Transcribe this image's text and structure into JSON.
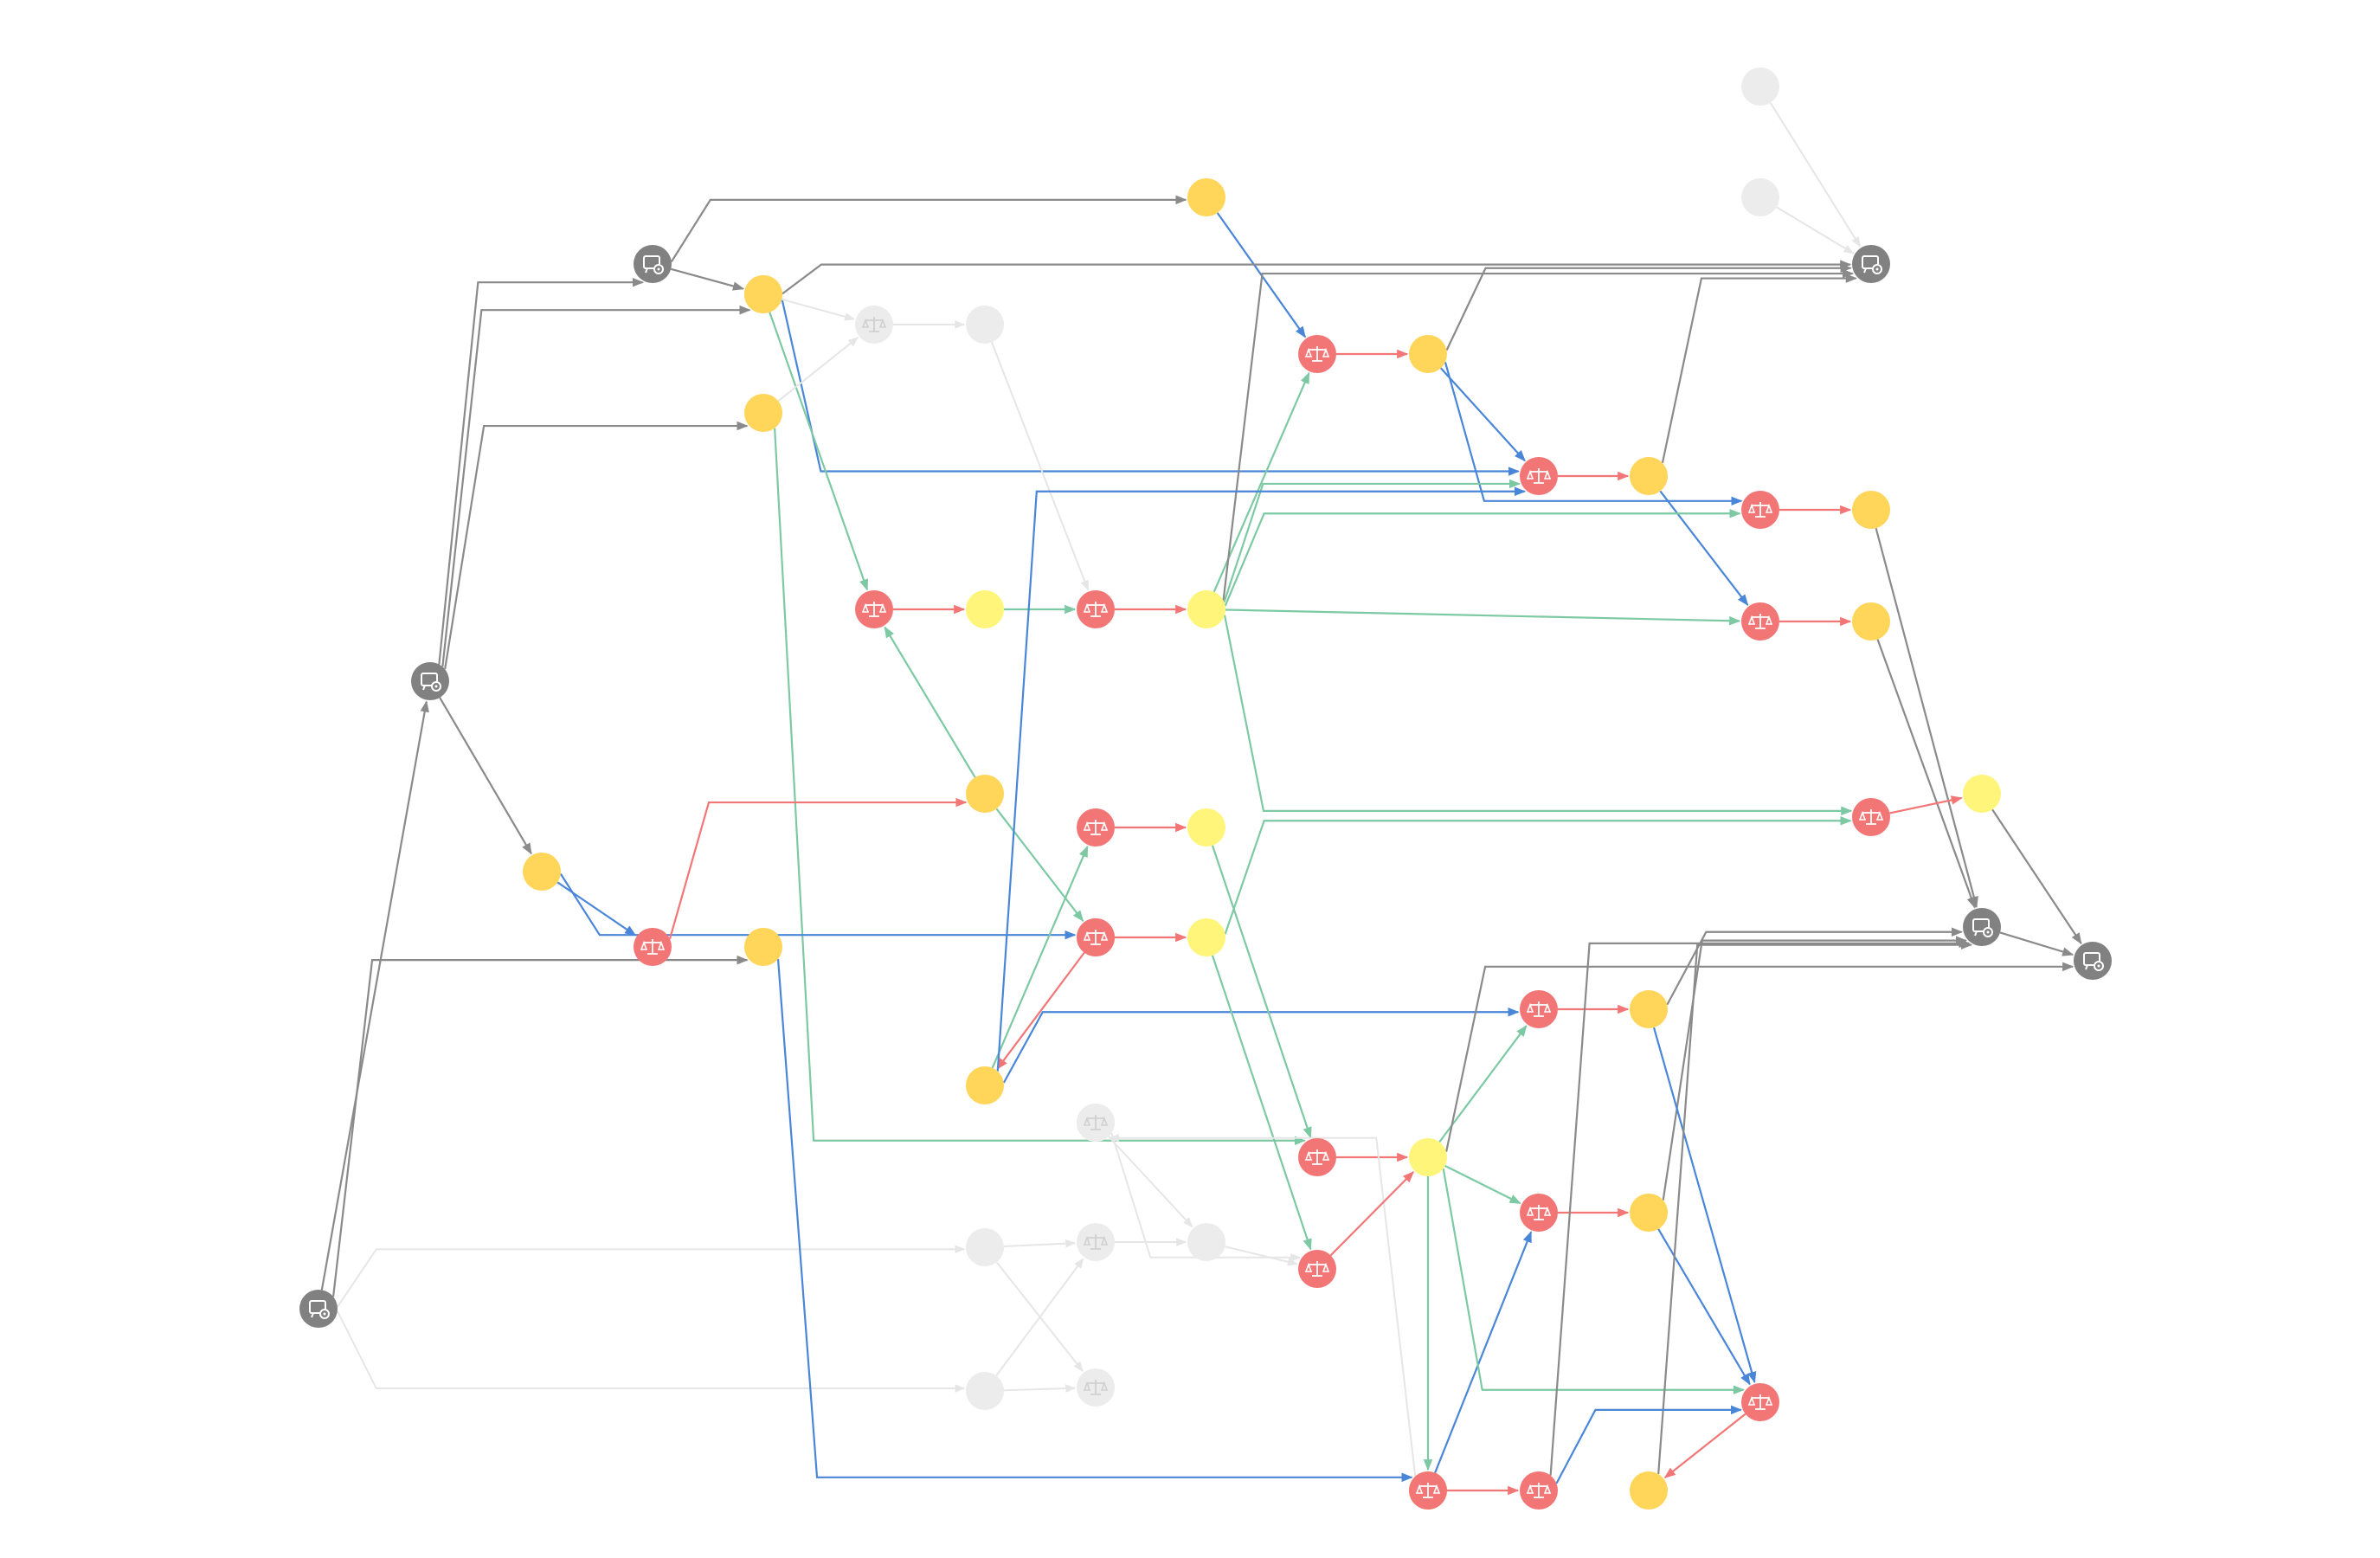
{
  "colors": {
    "node_gray": "#818181",
    "node_yellow": "#ffd55a",
    "node_light_yellow": "#fff57a",
    "node_red": "#f27676",
    "node_faded": "#ececec",
    "edge_gray": "#8a8a8a",
    "edge_blue": "#4a86d8",
    "edge_green": "#7dc9a4",
    "edge_red": "#f27676",
    "edge_faded": "#e6e6e6"
  },
  "icons": {
    "gray": "screen-gear-icon",
    "red": "balance-scale-icon",
    "faded_scale": "balance-scale-icon"
  },
  "nodes": [
    {
      "id": "g1",
      "type": "gray"
    },
    {
      "id": "g2",
      "type": "gray"
    },
    {
      "id": "g3",
      "type": "gray"
    },
    {
      "id": "g4",
      "type": "gray"
    },
    {
      "id": "g5",
      "type": "gray"
    },
    {
      "id": "g6",
      "type": "gray"
    },
    {
      "id": "y1",
      "type": "yellow"
    },
    {
      "id": "y2",
      "type": "yellow"
    },
    {
      "id": "y3",
      "type": "yellow"
    },
    {
      "id": "y4",
      "type": "yellow"
    },
    {
      "id": "y5",
      "type": "yellow"
    },
    {
      "id": "y6",
      "type": "yellow"
    },
    {
      "id": "y7",
      "type": "yellow"
    },
    {
      "id": "y8",
      "type": "yellow"
    },
    {
      "id": "y9",
      "type": "yellow"
    },
    {
      "id": "y10",
      "type": "yellow"
    },
    {
      "id": "y11",
      "type": "yellow"
    },
    {
      "id": "y12",
      "type": "yellow"
    },
    {
      "id": "y13",
      "type": "yellow"
    },
    {
      "id": "y14",
      "type": "yellow"
    },
    {
      "id": "y15",
      "type": "yellow"
    },
    {
      "id": "y16",
      "type": "yellow"
    },
    {
      "id": "ly1",
      "type": "light"
    },
    {
      "id": "ly2",
      "type": "light"
    },
    {
      "id": "ly3",
      "type": "light"
    },
    {
      "id": "ly4",
      "type": "light"
    },
    {
      "id": "ly5",
      "type": "light"
    },
    {
      "id": "ly6",
      "type": "light"
    },
    {
      "id": "r1",
      "type": "red"
    },
    {
      "id": "r2",
      "type": "red"
    },
    {
      "id": "r3",
      "type": "red"
    },
    {
      "id": "r4",
      "type": "red"
    },
    {
      "id": "r5",
      "type": "red"
    },
    {
      "id": "r6",
      "type": "red"
    },
    {
      "id": "r7",
      "type": "red"
    },
    {
      "id": "r8",
      "type": "red"
    },
    {
      "id": "r9",
      "type": "red"
    },
    {
      "id": "r10",
      "type": "red"
    },
    {
      "id": "r11",
      "type": "red"
    },
    {
      "id": "r12",
      "type": "red"
    },
    {
      "id": "r13",
      "type": "red"
    },
    {
      "id": "r14",
      "type": "red"
    },
    {
      "id": "r15",
      "type": "red"
    },
    {
      "id": "r16",
      "type": "red"
    },
    {
      "id": "r17",
      "type": "red"
    },
    {
      "id": "r18",
      "type": "red"
    },
    {
      "id": "r19",
      "type": "red"
    },
    {
      "id": "f1",
      "type": "faded"
    },
    {
      "id": "f2",
      "type": "faded"
    },
    {
      "id": "f3",
      "type": "faded"
    },
    {
      "id": "f4",
      "type": "faded"
    },
    {
      "id": "f5",
      "type": "faded"
    },
    {
      "id": "f6",
      "type": "faded"
    },
    {
      "id": "fs1",
      "type": "faded_scale"
    },
    {
      "id": "fs2",
      "type": "faded_scale"
    },
    {
      "id": "fs3",
      "type": "faded_scale"
    },
    {
      "id": "fs4",
      "type": "faded_scale"
    },
    {
      "id": "fs5",
      "type": "faded_scale"
    }
  ],
  "edges": [
    {
      "from": "g1",
      "to": "g2",
      "color": "gray"
    },
    {
      "from": "g1",
      "to": "y2",
      "color": "gray"
    },
    {
      "from": "g1",
      "to": "y3",
      "color": "gray"
    },
    {
      "from": "g1",
      "to": "y4",
      "color": "gray"
    },
    {
      "from": "g2",
      "to": "y1",
      "color": "gray"
    },
    {
      "from": "g2",
      "to": "y5",
      "color": "gray"
    },
    {
      "from": "g3",
      "to": "g1",
      "color": "gray"
    },
    {
      "from": "g3",
      "to": "y16",
      "color": "gray"
    },
    {
      "from": "g3",
      "to": "f1",
      "color": "faded"
    },
    {
      "from": "g3",
      "to": "f2",
      "color": "faded"
    },
    {
      "from": "y1",
      "to": "r1",
      "color": "blue"
    },
    {
      "from": "r1",
      "to": "y6",
      "color": "red"
    },
    {
      "from": "y6",
      "to": "g4",
      "color": "gray"
    },
    {
      "from": "y6",
      "to": "r2",
      "color": "blue"
    },
    {
      "from": "y6",
      "to": "r3",
      "color": "blue"
    },
    {
      "from": "y5",
      "to": "g4",
      "color": "gray"
    },
    {
      "from": "y5",
      "to": "r2",
      "color": "blue"
    },
    {
      "from": "y5",
      "to": "r8",
      "color": "green"
    },
    {
      "from": "y5",
      "to": "fs1",
      "color": "faded"
    },
    {
      "from": "r2",
      "to": "y7",
      "color": "red"
    },
    {
      "from": "y7",
      "to": "g4",
      "color": "gray"
    },
    {
      "from": "y7",
      "to": "r4",
      "color": "blue"
    },
    {
      "from": "r3",
      "to": "y8",
      "color": "red"
    },
    {
      "from": "r4",
      "to": "y9",
      "color": "red"
    },
    {
      "from": "y8",
      "to": "g5",
      "color": "gray"
    },
    {
      "from": "y9",
      "to": "g5",
      "color": "gray"
    },
    {
      "from": "f3",
      "to": "g4",
      "color": "faded"
    },
    {
      "from": "f4",
      "to": "g4",
      "color": "faded"
    },
    {
      "from": "fs1",
      "to": "f5",
      "color": "faded"
    },
    {
      "from": "f5",
      "to": "r5",
      "color": "faded"
    },
    {
      "from": "y3",
      "to": "r11",
      "color": "green"
    },
    {
      "from": "y3",
      "to": "fs1",
      "color": "faded"
    },
    {
      "from": "r8",
      "to": "ly1",
      "color": "red"
    },
    {
      "from": "ly1",
      "to": "r5",
      "color": "green"
    },
    {
      "from": "r5",
      "to": "ly2",
      "color": "red"
    },
    {
      "from": "ly2",
      "to": "r1",
      "color": "green"
    },
    {
      "from": "ly2",
      "to": "g4",
      "color": "gray"
    },
    {
      "from": "ly2",
      "to": "r3",
      "color": "green"
    },
    {
      "from": "ly2",
      "to": "r4",
      "color": "green"
    },
    {
      "from": "ly2",
      "to": "r12",
      "color": "green"
    },
    {
      "from": "ly2",
      "to": "r2",
      "color": "green"
    },
    {
      "from": "y4",
      "to": "r7",
      "color": "blue"
    },
    {
      "from": "y4",
      "to": "r6",
      "color": "blue"
    },
    {
      "from": "r7",
      "to": "y10",
      "color": "red"
    },
    {
      "from": "y10",
      "to": "r8",
      "color": "green"
    },
    {
      "from": "y10",
      "to": "r10",
      "color": "green"
    },
    {
      "from": "r6",
      "to": "y11",
      "color": "red"
    },
    {
      "from": "y11",
      "to": "r9",
      "color": "green"
    },
    {
      "from": "y11",
      "to": "r2",
      "color": "blue"
    },
    {
      "from": "y11",
      "to": "r13",
      "color": "blue"
    },
    {
      "from": "r9",
      "to": "ly3",
      "color": "red"
    },
    {
      "from": "ly3",
      "to": "r11",
      "color": "green"
    },
    {
      "from": "r11",
      "to": "ly5",
      "color": "red"
    },
    {
      "from": "r10",
      "to": "ly4",
      "color": "red"
    },
    {
      "from": "ly4",
      "to": "r12",
      "color": "green"
    },
    {
      "from": "ly4",
      "to": "r14",
      "color": "green"
    },
    {
      "from": "r12",
      "to": "ly6",
      "color": "red"
    },
    {
      "from": "ly6",
      "to": "g6",
      "color": "gray"
    },
    {
      "from": "y12",
      "to": "r15",
      "color": "blue"
    },
    {
      "from": "y12",
      "to": "fs2",
      "color": "faded"
    },
    {
      "from": "fs2",
      "to": "f6",
      "color": "faded"
    },
    {
      "from": "r14",
      "to": "ly5",
      "color": "red"
    },
    {
      "from": "ly5",
      "to": "r13",
      "color": "green"
    },
    {
      "from": "ly5",
      "to": "r15",
      "color": "green"
    },
    {
      "from": "ly5",
      "to": "r16",
      "color": "green"
    },
    {
      "from": "ly5",
      "to": "r18",
      "color": "green"
    },
    {
      "from": "ly5",
      "to": "g6",
      "color": "gray"
    },
    {
      "from": "r13",
      "to": "y13",
      "color": "red"
    },
    {
      "from": "r15",
      "to": "y14",
      "color": "red"
    },
    {
      "from": "y13",
      "to": "g5",
      "color": "gray"
    },
    {
      "from": "y14",
      "to": "g5",
      "color": "gray"
    },
    {
      "from": "y13",
      "to": "r16",
      "color": "blue"
    },
    {
      "from": "y14",
      "to": "r16",
      "color": "blue"
    },
    {
      "from": "r16",
      "to": "y15",
      "color": "red"
    },
    {
      "from": "y15",
      "to": "g5",
      "color": "gray"
    },
    {
      "from": "y16",
      "to": "r18",
      "color": "blue"
    },
    {
      "from": "r18",
      "to": "r17",
      "color": "red"
    },
    {
      "from": "r17",
      "to": "r16",
      "color": "blue"
    },
    {
      "from": "r17",
      "to": "g5",
      "color": "gray"
    },
    {
      "from": "g5",
      "to": "g6",
      "color": "gray"
    },
    {
      "from": "f1",
      "to": "fs3",
      "color": "faded"
    },
    {
      "from": "f2",
      "to": "fs3",
      "color": "faded"
    },
    {
      "from": "f2",
      "to": "fs4",
      "color": "faded"
    },
    {
      "from": "fs3",
      "to": "f6",
      "color": "faded"
    },
    {
      "from": "f6",
      "to": "r14",
      "color": "faded"
    },
    {
      "from": "fs2",
      "to": "r14",
      "color": "faded"
    },
    {
      "from": "f1",
      "to": "fs4",
      "color": "faded"
    }
  ]
}
